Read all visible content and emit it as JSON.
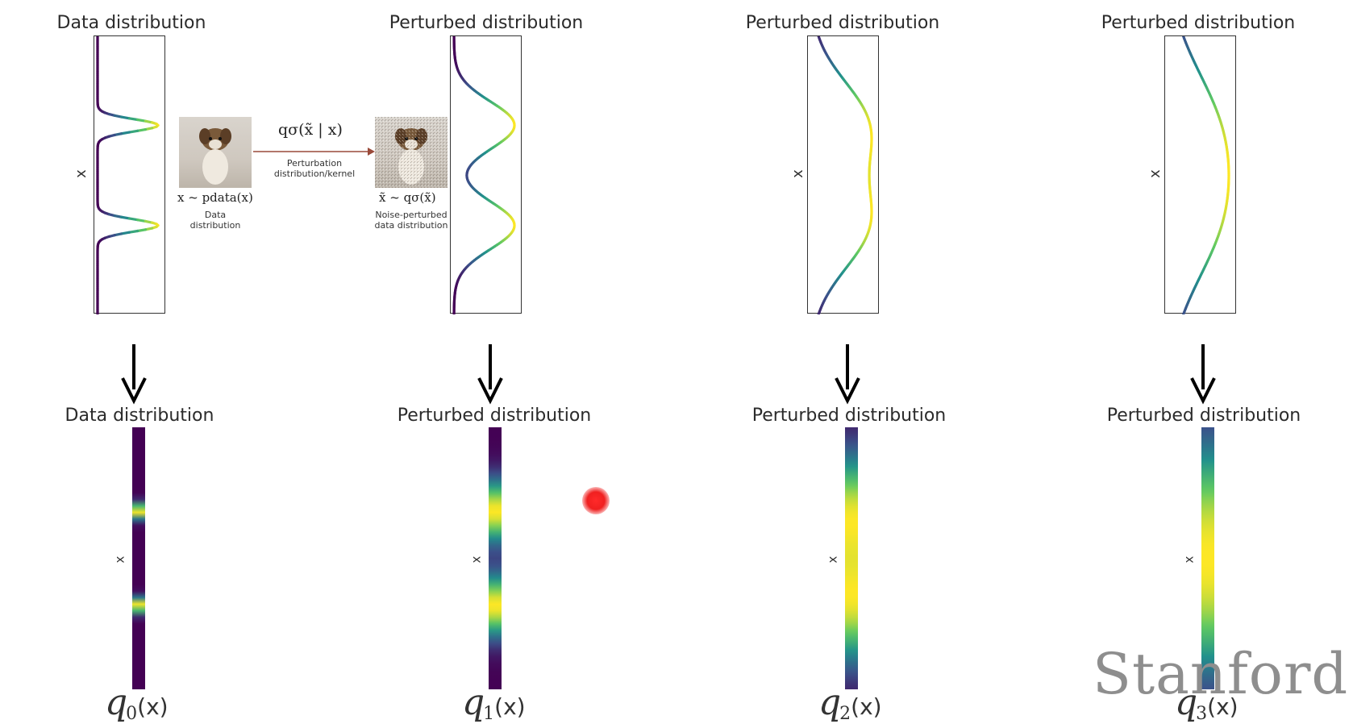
{
  "panels": [
    {
      "top_title": "Data distribution",
      "bottom_title": "Data distribution",
      "axis": "x",
      "q_sub": "0",
      "q_arg": "(x)"
    },
    {
      "top_title": "Perturbed distribution",
      "bottom_title": "Perturbed distribution",
      "axis": "x",
      "q_sub": "1",
      "q_arg": "(x)"
    },
    {
      "top_title": "Perturbed distribution",
      "bottom_title": "Perturbed distribution",
      "axis": "x",
      "q_sub": "2",
      "q_arg": "(x)"
    },
    {
      "top_title": "Perturbed distribution",
      "bottom_title": "Perturbed distribution",
      "axis": "x",
      "q_sub": "3",
      "q_arg": "(x)"
    }
  ],
  "q_symbol": "q",
  "inset": {
    "kernel_math": "qσ(x̃ | x)",
    "kernel_caption_1": "Perturbation",
    "kernel_caption_2": "distribution/kernel",
    "left_math": "x ~ pdata(x)",
    "left_caption_1": "Data",
    "left_caption_2": "distribution",
    "right_math": "x̃ ~ qσ(x̃)",
    "right_caption_1": "Noise-perturbed",
    "right_caption_2": "data distribution"
  },
  "watermark": "Stanford",
  "colors": {
    "viridis_low": "#440154",
    "viridis_mid": "#21918c",
    "viridis_high": "#fde725",
    "arrow": "#9a4a3a",
    "laser": "#f02020"
  }
}
